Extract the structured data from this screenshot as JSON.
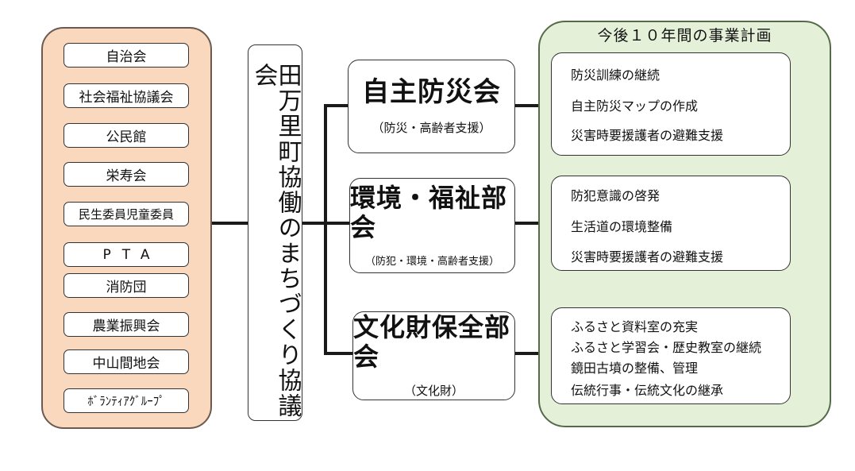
{
  "organizations": [
    "自治会",
    "社会福祉協議会",
    "公民館",
    "栄寿会",
    "民生委員児童委員",
    "PTA",
    "消防団",
    "農業振興会",
    "中山間地会",
    "ﾎﾞﾗﾝﾃｨｱｸﾞﾙｰﾌﾟ"
  ],
  "council": "田万里町協働のまちづくり協議会",
  "committees": [
    {
      "title": "自主防災会",
      "sub": "（防災・高齢者支援）"
    },
    {
      "title": "環境・福祉部会",
      "sub": "（防犯・環境・高齢者支援）"
    },
    {
      "title": "文化財保全部会",
      "sub": "（文化財）"
    }
  ],
  "plan_title": "今後１０年間の事業計画",
  "plans": [
    [
      "防災訓練の継続",
      "自主防災マップの作成",
      "災害時要援護者の避難支援"
    ],
    [
      "防犯意識の啓発",
      "生活道の環境整備",
      "災害時要援護者の避難支援"
    ],
    [
      "ふるさと資料室の充実",
      "ふるさと学習会・歴史教室の継続",
      "鏡田古墳の整備、管理",
      "伝統行事・伝統文化の継承"
    ]
  ]
}
